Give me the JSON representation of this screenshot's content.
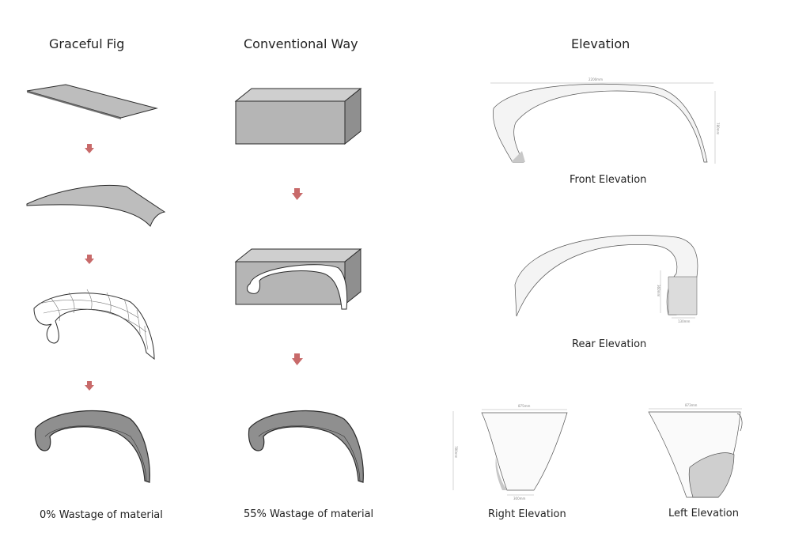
{
  "columns": {
    "graceful": {
      "title": "Graceful Fig",
      "caption": "0% Wastage of material"
    },
    "conventional": {
      "title": "Conventional Way",
      "caption": "55% Wastage of material"
    },
    "elevation": {
      "title": "Elevation"
    }
  },
  "elevations": {
    "front": {
      "label": "Front Elevation",
      "width_dim": "2200mm",
      "height_dim": "780mm"
    },
    "rear": {
      "label": "Rear Elevation",
      "height_dim": "360mm",
      "width_dim": "130mm"
    },
    "right": {
      "label": "Right Elevation",
      "top_dim": "875mm",
      "bottom_dim": "300mm",
      "height_dim": "780mm"
    },
    "left": {
      "label": "Left Elevation",
      "top_dim": "873mm"
    }
  },
  "colors": {
    "arrow": "#c86a6a",
    "panel": "#bdbdbd",
    "panel_dark": "#8f8f8f",
    "stroke": "#2b2b2b"
  }
}
